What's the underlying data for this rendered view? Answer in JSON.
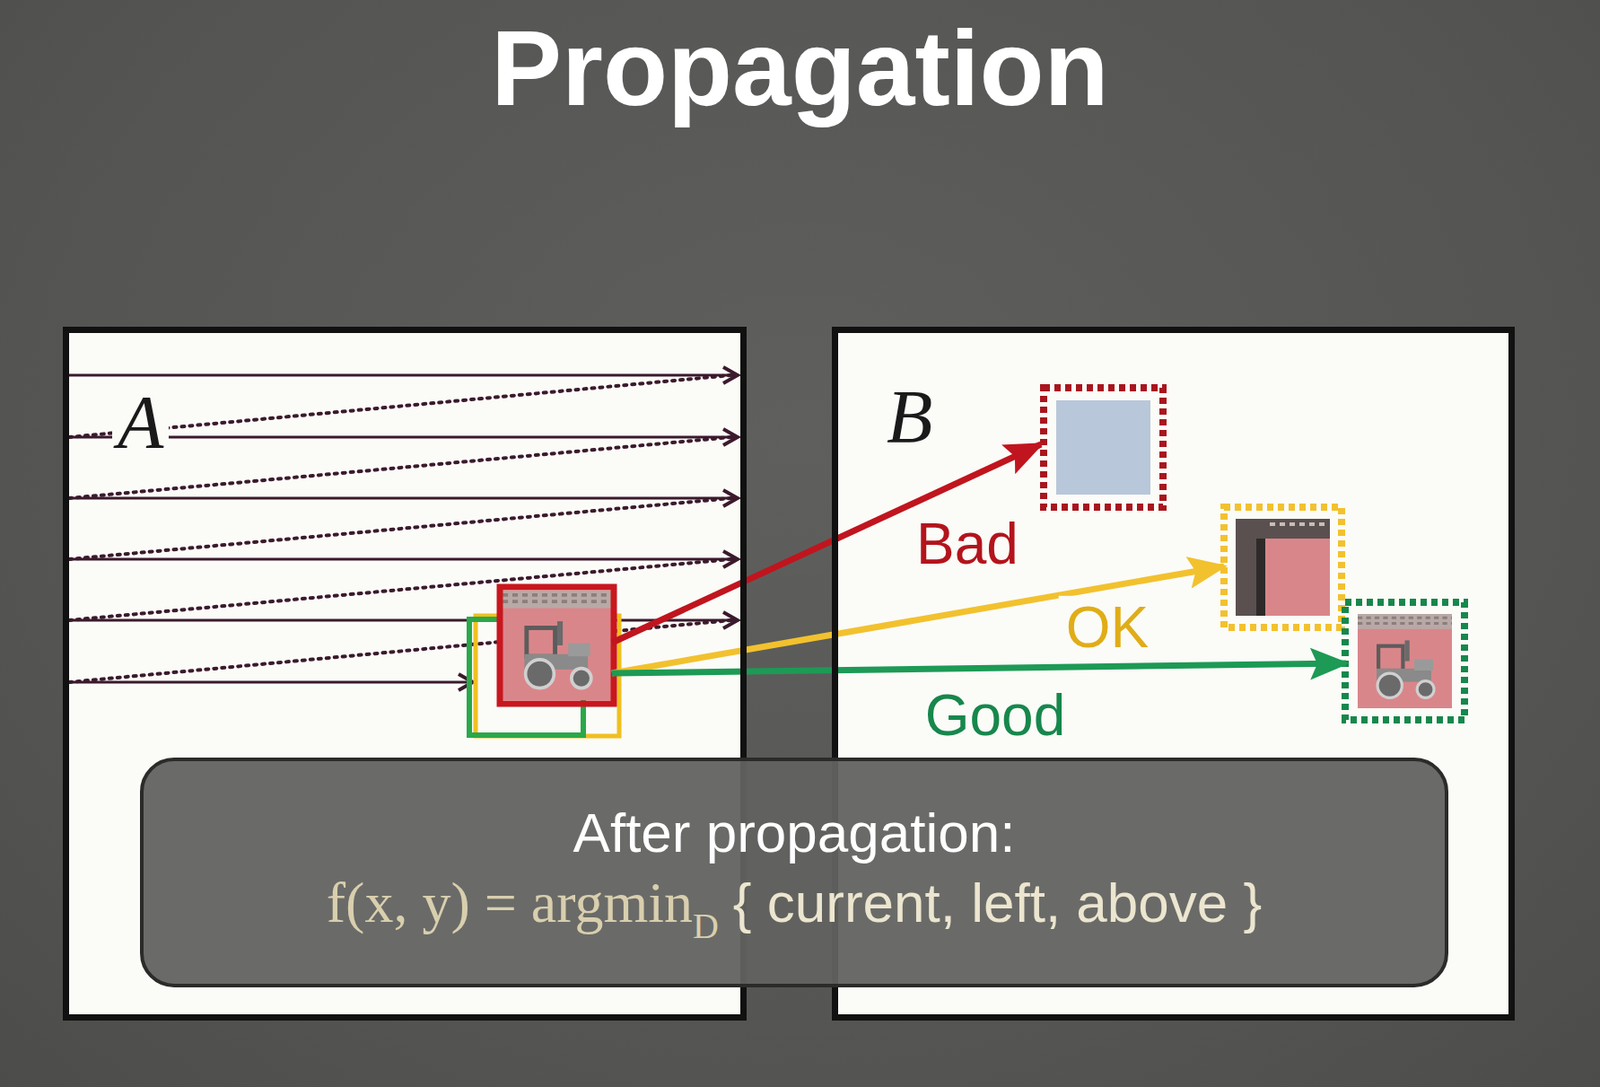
{
  "diagram": {
    "title": "Propagation",
    "nodes": [
      {
        "text": [
          "A"
        ]
      },
      {
        "text": [
          "B"
        ]
      },
      {
        "text": [
          "After propagation:",
          "f(x, y) = argmin",
          "D",
          "{ current, left, above }"
        ]
      }
    ],
    "edges": [
      {
        "from": 0,
        "to": 1,
        "arrow": "to",
        "label": "Bad"
      },
      {
        "from": 0,
        "to": 1,
        "arrow": "to",
        "label": "OK"
      },
      {
        "from": 0,
        "to": 1,
        "arrow": "to",
        "label": "Good"
      }
    ]
  }
}
